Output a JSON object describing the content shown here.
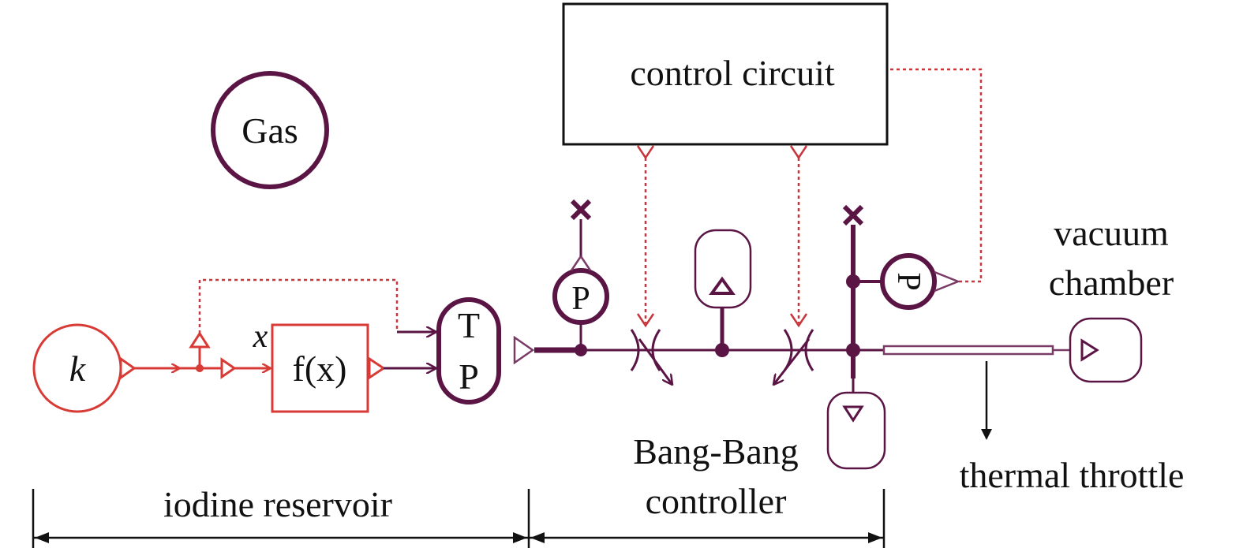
{
  "labels": {
    "control_circuit": "control circuit",
    "gas": "Gas",
    "k": "k",
    "x": "x",
    "fx": "f(x)",
    "tp_t": "T",
    "tp_p": "P",
    "p_gauge_1": "P",
    "p_gauge_2": "P",
    "vacuum_line1": "vacuum",
    "vacuum_line2": "chamber",
    "bang_line1": "Bang-Bang",
    "bang_line2": "controller",
    "thermal_throttle": "thermal throttle",
    "iodine_reservoir": "iodine reservoir"
  },
  "colors": {
    "red": "#d83a35",
    "red_dotted": "#c8353a",
    "purple": "#5a1545",
    "purple_thin": "#7a3a66",
    "black": "#111111"
  }
}
